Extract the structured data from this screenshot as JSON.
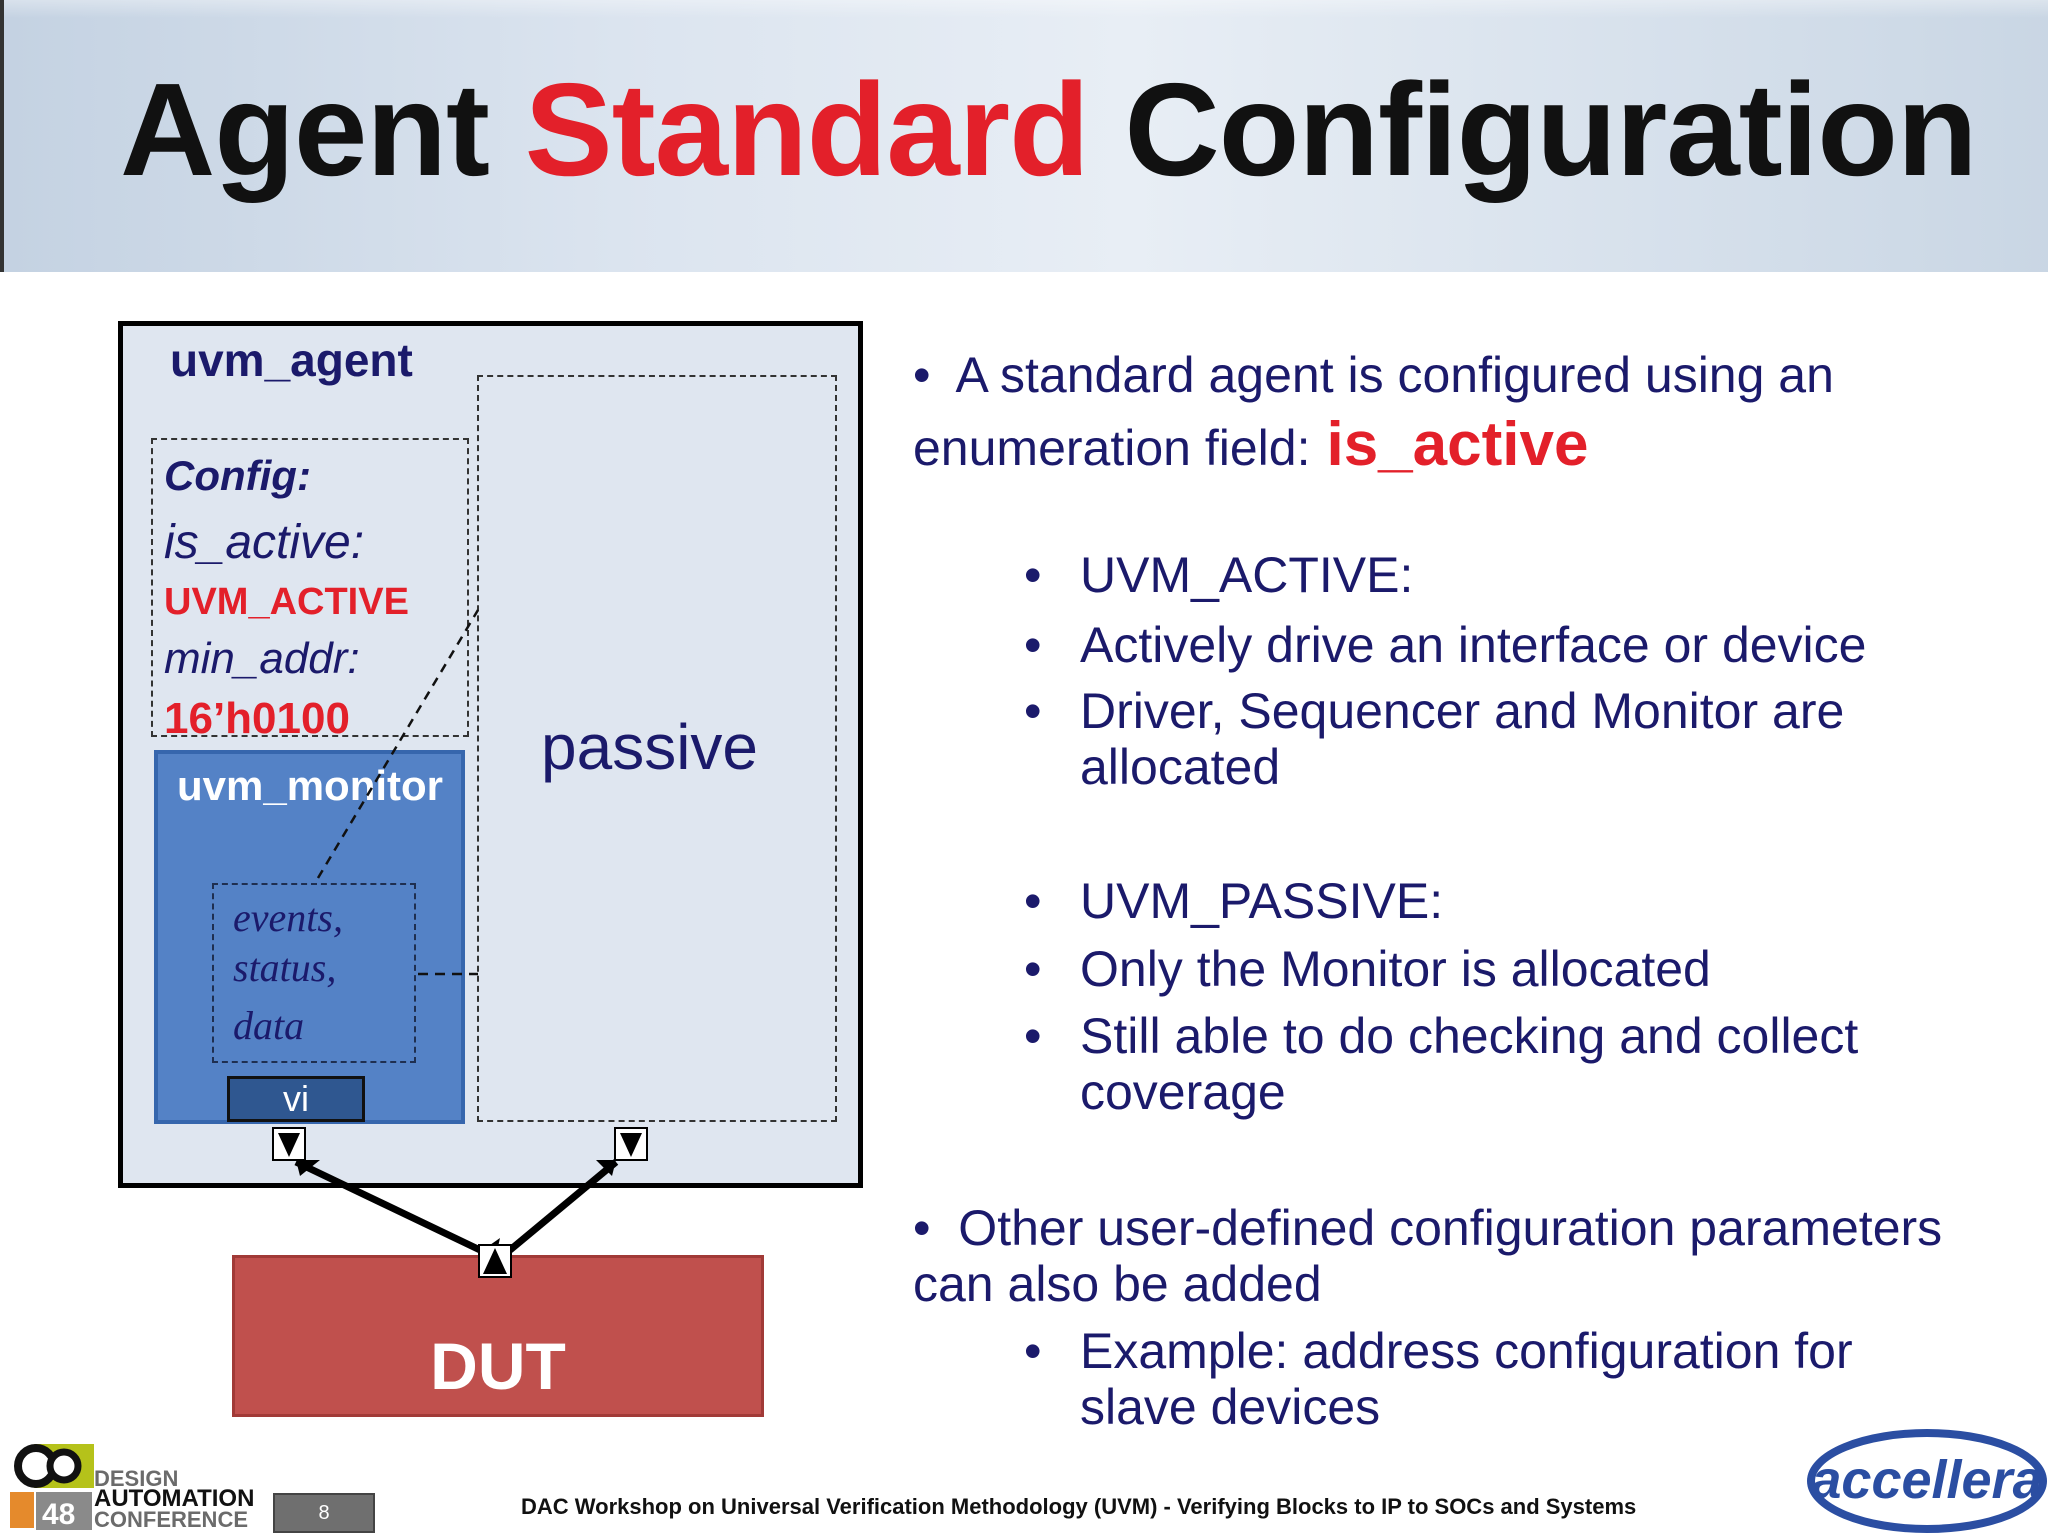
{
  "title": {
    "part1": "Agent",
    "part2": "Standard",
    "part3": "Configuration"
  },
  "diagram": {
    "agent_label": "uvm_agent",
    "config_title": "Config:",
    "is_active_key": "is_active:",
    "is_active_value": "UVM_ACTIVE",
    "min_addr_key": "min_addr:",
    "min_addr_value": "16’h0100",
    "passive_label": "passive",
    "monitor_label": "uvm_monitor",
    "events_lines": [
      "events,",
      "status,",
      "data"
    ],
    "vi_label": "vi",
    "dut_label": "DUT"
  },
  "bullets": {
    "intro_text": "A standard agent is configured using an enumeration field:",
    "intro_highlight": "is_active",
    "active_items": [
      "UVM_ACTIVE:",
      "Actively drive an interface or device",
      "Driver, Sequencer and Monitor are allocated"
    ],
    "passive_items": [
      "UVM_PASSIVE:",
      "Only the Monitor is allocated",
      "Still able to do checking and collect coverage"
    ],
    "other_text": "Other user-defined configuration parameters can also be added",
    "example_text": "Example: address configuration for slave devices"
  },
  "footer": {
    "dac_number": "48",
    "dac_lines": [
      "DESIGN",
      "AUTOMATION",
      "CONFERENCE"
    ],
    "page_number": "8",
    "caption": "DAC Workshop on Universal Verification Methodology (UVM) - Verifying Blocks to IP to SOCs and Systems",
    "accellera_logo": "accellera"
  },
  "colors": {
    "title_accent": "#e3202a",
    "navy_text": "#1b1a6b",
    "monitor_blue": "#5482c6",
    "dut_red": "#c0504d"
  }
}
